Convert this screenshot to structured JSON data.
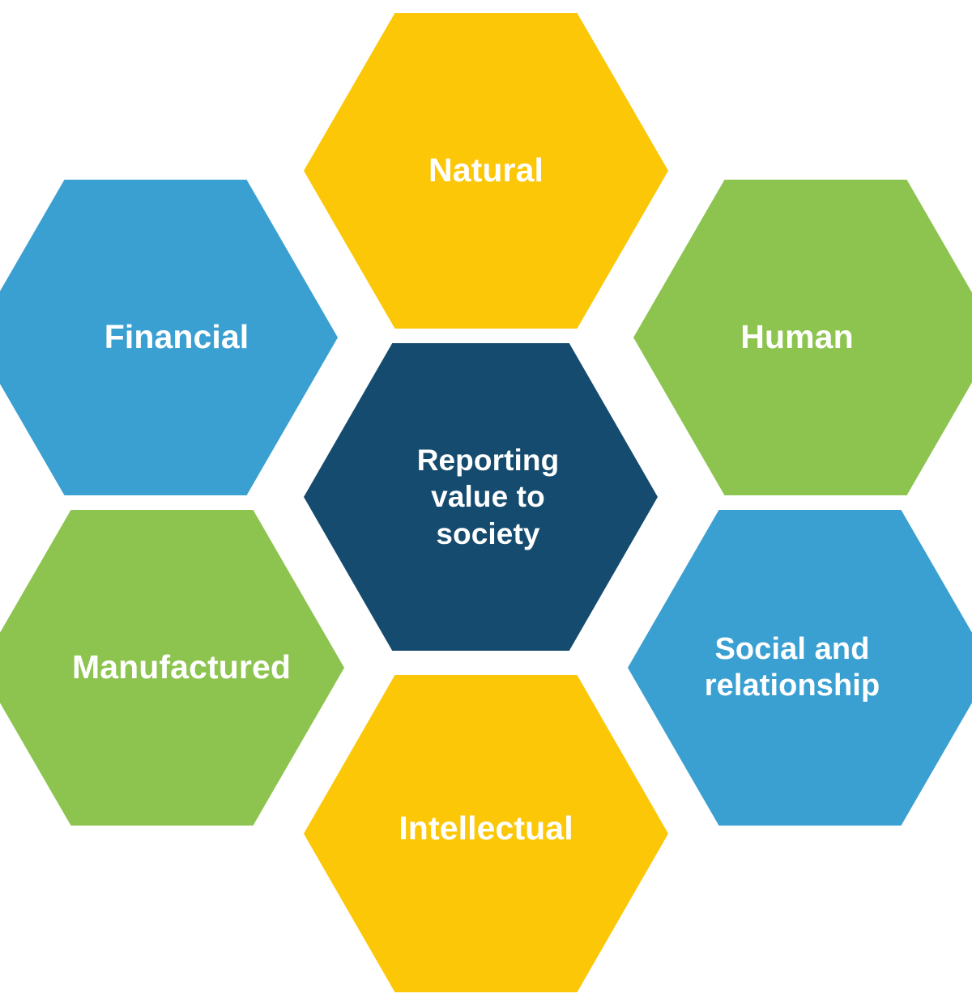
{
  "diagram": {
    "title": "Reporting value to society — six capitals honeycomb",
    "type": "honeycomb-hexagon-diagram",
    "background_color": "#ffffff",
    "gap_color": "#ffffff",
    "palette": {
      "yellow": "#FBC707",
      "blue": "#3AA0D1",
      "green": "#8CC44F",
      "navy": "#154B6E",
      "label_text": "#ffffff"
    },
    "center": {
      "id": "center",
      "label": "Reporting\nvalue to\nsociety",
      "label_lines": [
        "Reporting",
        "value to",
        "society"
      ],
      "color": "#154B6E",
      "position": "center"
    },
    "capitals": [
      {
        "id": "natural",
        "label": "Natural",
        "label_lines": [
          "Natural"
        ],
        "color": "#FBC707",
        "position": "top"
      },
      {
        "id": "financial",
        "label": "Financial",
        "label_lines": [
          "Financial"
        ],
        "color": "#3AA0D1",
        "position": "upper-left"
      },
      {
        "id": "human",
        "label": "Human",
        "label_lines": [
          "Human"
        ],
        "color": "#8CC44F",
        "position": "upper-right"
      },
      {
        "id": "manufactured",
        "label": "Manufactured",
        "label_lines": [
          "Manufactured"
        ],
        "color": "#8CC44F",
        "position": "lower-left"
      },
      {
        "id": "social-and-relationship",
        "label": "Social and\nrelationship",
        "label_lines": [
          "Social and",
          "relationship"
        ],
        "color": "#3AA0D1",
        "position": "lower-right"
      },
      {
        "id": "intellectual",
        "label": "Intellectual",
        "label_lines": [
          "Intellectual"
        ],
        "color": "#FBC707",
        "position": "bottom"
      }
    ]
  }
}
